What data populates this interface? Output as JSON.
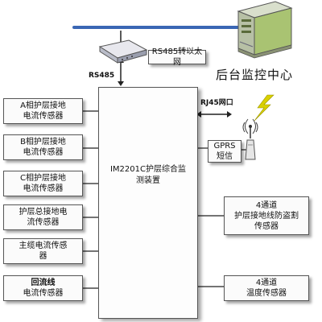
{
  "colors": {
    "bus": "#3a67b4",
    "line": "#222222",
    "box_border": "#555555",
    "lightning": "#d9d000"
  },
  "icons": {
    "server": "server-icon",
    "converter": "converter-icon",
    "antenna": "antenna-icon",
    "lightning": "lightning-icon"
  },
  "top": {
    "converter_label": "RS485转以太网",
    "center_label": "后台监控中心",
    "rs485_label": "RS485",
    "rj45_label": "RJ45网口"
  },
  "main_device": {
    "title_line1": "IM2201C护层综合监",
    "title_line2": "测装置"
  },
  "left_sensors": [
    {
      "line1": "A相护层接地",
      "line2": "电流传感器"
    },
    {
      "line1": "B相护层接地",
      "line2": "电流传感器"
    },
    {
      "line1": "C相护层接地",
      "line2": "电流传感器"
    },
    {
      "line1": "护层总接地电",
      "line2": "流传感器"
    },
    {
      "line1": "主缆电流传感",
      "line2": "器"
    },
    {
      "line1": "回流线",
      "line2": "电流传感器"
    }
  ],
  "right_modules": {
    "gprs": {
      "line1": "GPRS",
      "line2": "短信"
    },
    "anti_theft": {
      "line1": "4通道",
      "line2": "护层接地线防盗割",
      "line3": "传感器"
    },
    "temperature": {
      "line1": "4通道",
      "line2": "温度传感器"
    }
  }
}
